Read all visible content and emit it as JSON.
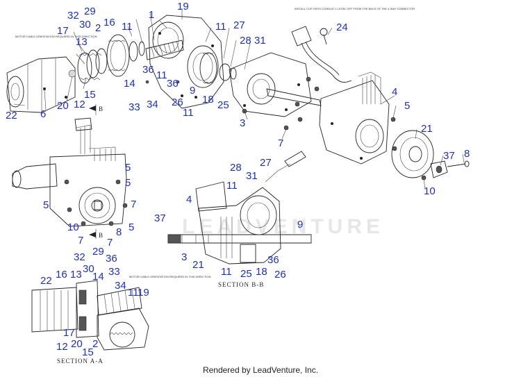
{
  "footer": "Rendered by LeadVenture, Inc.",
  "watermark": "LEADVENTURE",
  "sections": {
    "bb": "SECTION B-B",
    "aa": "SECTION A-A"
  },
  "section_marks": {
    "b_top": "B",
    "b_bottom": "B"
  },
  "notes": {
    "motor_top": "MOTOR CABLE ORIENTATION REQUIRED IN THIS DIRECTION",
    "connector": "INSTALL CLIP ONTO CONDUIT 1 LEVEL OFF FROM THE BACK OF THE 4-WAY CONNECTOR",
    "motor_aa": "MOTOR CABLE ORIENTATION REQUIRED IN THIS DIRECTION"
  },
  "callouts": {
    "c1": "19",
    "c2": "32",
    "c3": "29",
    "c4": "30",
    "c5": "2",
    "c6": "16",
    "c7": "1",
    "c8": "11",
    "c9": "17",
    "c10": "13",
    "c11": "11",
    "c12": "27",
    "c13": "28",
    "c14": "31",
    "c15": "24",
    "c16": "36",
    "c17": "11",
    "c18": "14",
    "c19": "36",
    "c20": "15",
    "c21": "9",
    "c22": "20",
    "c23": "12",
    "c24": "33",
    "c25": "34",
    "c26": "26",
    "c27": "18",
    "c28": "25",
    "c29": "4",
    "c30": "5",
    "c31": "22",
    "c32": "6",
    "c33": "11",
    "c34": "3",
    "c35": "21",
    "c36": "7",
    "c37": "8",
    "c38": "37",
    "c39": "5",
    "c40": "5",
    "c41": "28",
    "c42": "27",
    "c43": "31",
    "c44": "11",
    "c45": "10",
    "c46": "4",
    "c47": "5",
    "c48": "7",
    "c49": "9",
    "c50": "37",
    "c51": "10",
    "c52": "8",
    "c53": "5",
    "c54": "7",
    "c55": "7",
    "c56": "3",
    "c57": "21",
    "c58": "36",
    "c59": "11",
    "c60": "25",
    "c61": "18",
    "c62": "26",
    "c63": "32",
    "c64": "29",
    "c65": "36",
    "c66": "30",
    "c67": "33",
    "c68": "22",
    "c69": "16",
    "c70": "13",
    "c71": "14",
    "c72": "34",
    "c73": "11",
    "c74": "19",
    "c75": "17",
    "c76": "12",
    "c77": "20",
    "c78": "2",
    "c79": "15"
  }
}
